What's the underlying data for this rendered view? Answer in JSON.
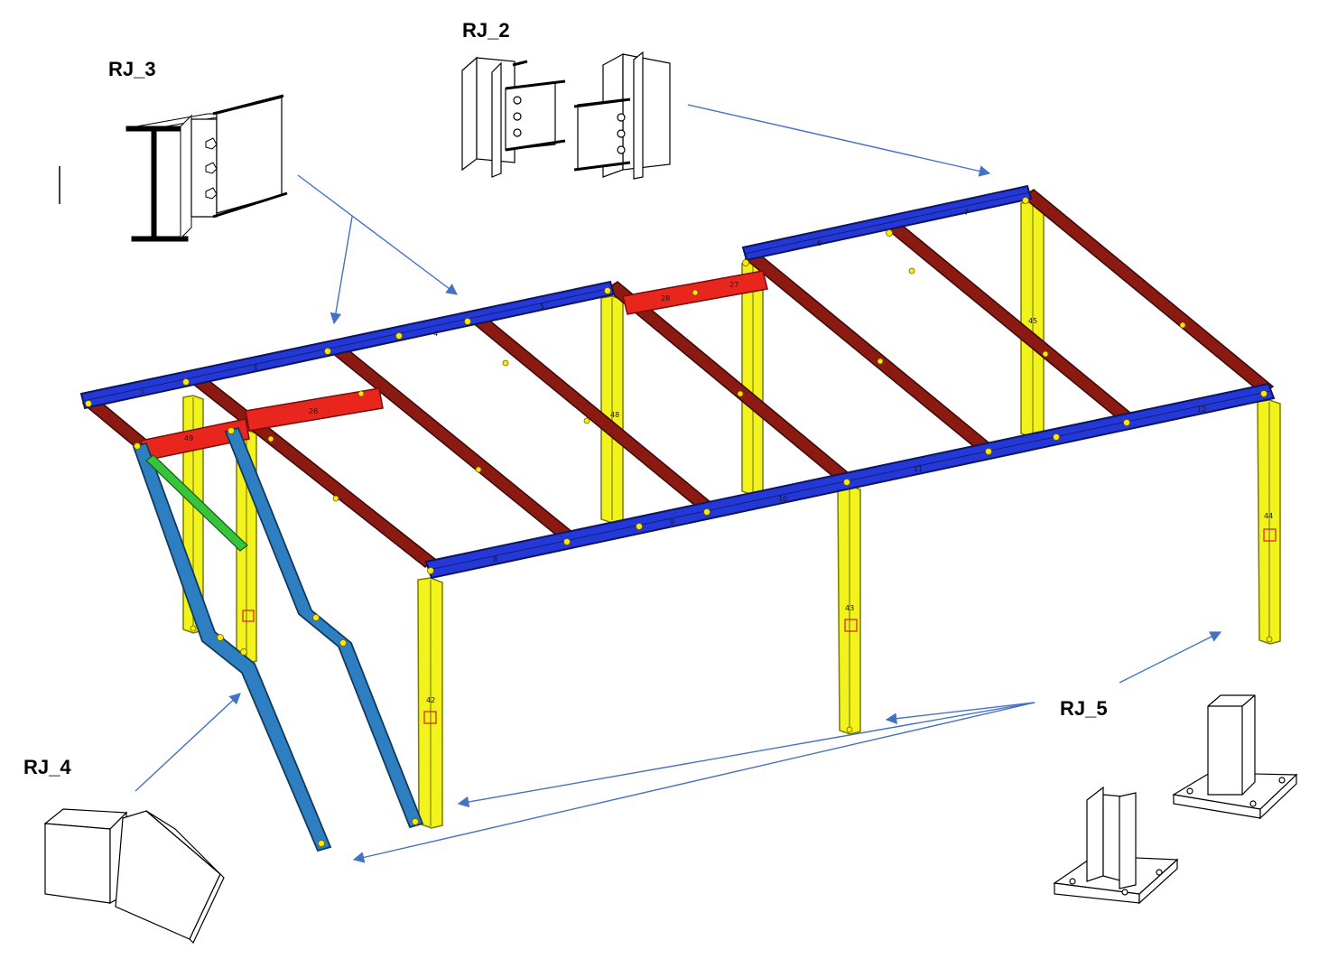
{
  "callouts": {
    "rj2": "RJ_2",
    "rj3": "RJ_3",
    "rj4": "RJ_4",
    "rj5": "RJ_5"
  },
  "member_numbers": {
    "b2": "2",
    "b3": "3",
    "b4": "4",
    "b5": "5",
    "b6": "6",
    "b7": "7",
    "b8": "8",
    "b9": "9",
    "b10": "10",
    "b11": "11",
    "b12": "12",
    "r26": "26",
    "r27": "27",
    "r28": "28",
    "r49": "49",
    "c42": "42",
    "c43": "43",
    "c44": "44",
    "c45": "45",
    "c48": "48"
  },
  "colors": {
    "edge_beam": "#2438d8",
    "edge_beam_dark": "#10207a",
    "joist": "#8b1a12",
    "joist_dark": "#4a0c08",
    "tie_beam": "#e8261e",
    "column": "#f2f21c",
    "column_dark": "#9a9a10",
    "brace": "#2e7fc1",
    "brace_dark": "#123a5c",
    "cross_brace": "#37c43a",
    "connection_dot": "#ffea00",
    "arrow": "#4472c4"
  }
}
